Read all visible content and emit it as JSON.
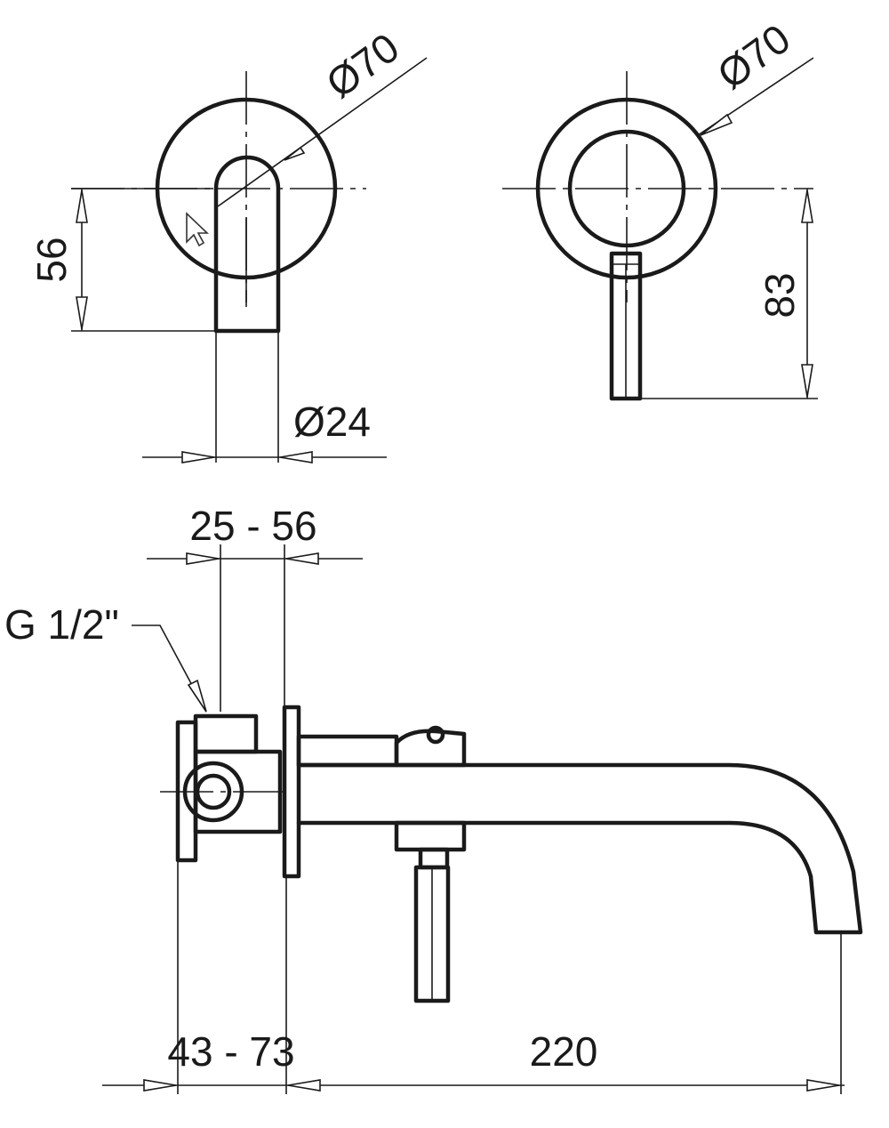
{
  "views": {
    "front_left": {
      "diameter_label": "Ø70",
      "height_label": "56",
      "spout_diameter_label": "Ø24"
    },
    "front_right": {
      "diameter_label": "Ø70",
      "height_label": "83"
    },
    "side": {
      "wall_depth_label": "25 - 56",
      "connection_label": "G 1/2\"",
      "body_depth_label": "43 - 73",
      "spout_length_label": "220"
    }
  },
  "colors": {
    "line": "#1a1a1a",
    "background": "#ffffff"
  },
  "icons": [
    "mouse-cursor-icon"
  ]
}
